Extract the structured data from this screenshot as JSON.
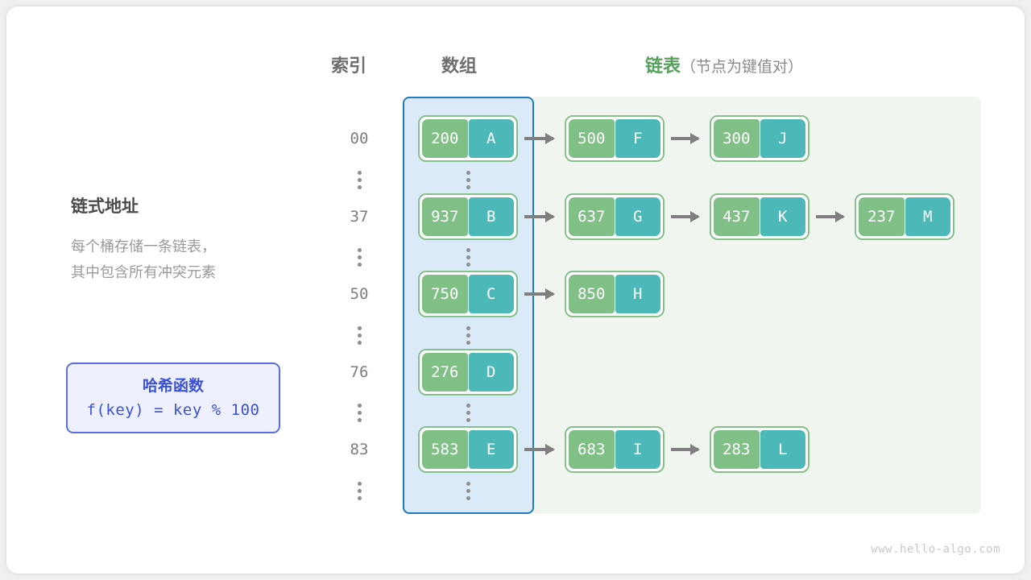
{
  "headings": {
    "index": "索引",
    "array": "数组",
    "list_main": "链表",
    "list_sub": "（节点为键值对）"
  },
  "left_panel": {
    "title": "链式地址",
    "desc_line1": "每个桶存储一条链表，",
    "desc_line2": "其中包含所有冲突元素"
  },
  "hash_box": {
    "title": "哈希函数",
    "formula": "f(key) = key % 100"
  },
  "colors": {
    "key_cell": "#80bf86",
    "value_cell": "#4cb8b8",
    "array_panel_bg": "#daeaf8",
    "array_panel_border": "#1f7bc4",
    "list_panel_bg": "#f0f6ef",
    "node_border": "#86c08a",
    "arrow": "#7f7f7f",
    "hash_accent": "#3b51d6",
    "list_heading": "#57a05c"
  },
  "rows": [
    {
      "index": "00",
      "bucket": {
        "key": "200",
        "value": "A"
      },
      "chain": [
        {
          "key": "500",
          "value": "F"
        },
        {
          "key": "300",
          "value": "J"
        }
      ]
    },
    {
      "index": "37",
      "bucket": {
        "key": "937",
        "value": "B"
      },
      "chain": [
        {
          "key": "637",
          "value": "G"
        },
        {
          "key": "437",
          "value": "K"
        },
        {
          "key": "237",
          "value": "M"
        }
      ]
    },
    {
      "index": "50",
      "bucket": {
        "key": "750",
        "value": "C"
      },
      "chain": [
        {
          "key": "850",
          "value": "H"
        }
      ]
    },
    {
      "index": "76",
      "bucket": {
        "key": "276",
        "value": "D"
      },
      "chain": []
    },
    {
      "index": "83",
      "bucket": {
        "key": "583",
        "value": "E"
      },
      "chain": [
        {
          "key": "683",
          "value": "I"
        },
        {
          "key": "283",
          "value": "L"
        }
      ]
    }
  ],
  "ellipsis_icon": "vertical-ellipsis",
  "watermark": "www.hello-algo.com"
}
